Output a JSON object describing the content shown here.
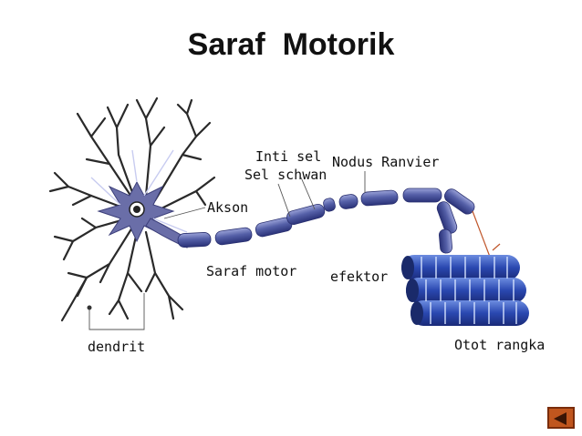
{
  "title": "Saraf  Motorik",
  "labels": {
    "inti_sel": "Inti sel",
    "sel_schwan": "Sel schwan",
    "nodus_ranvier": "Nodus Ranvier",
    "akson": "Akson",
    "saraf_motor": "Saraf motor",
    "efektor": "efektor",
    "dendrit": "dendrit",
    "otot_rangka": "Otot rangka"
  },
  "nav": {
    "icon": "back-arrow-icon"
  },
  "colors": {
    "neuron": "#6a6ea8",
    "myelin": "#5660a8",
    "muscle": "#2e4fb0",
    "nav_button": "#c0561e"
  }
}
